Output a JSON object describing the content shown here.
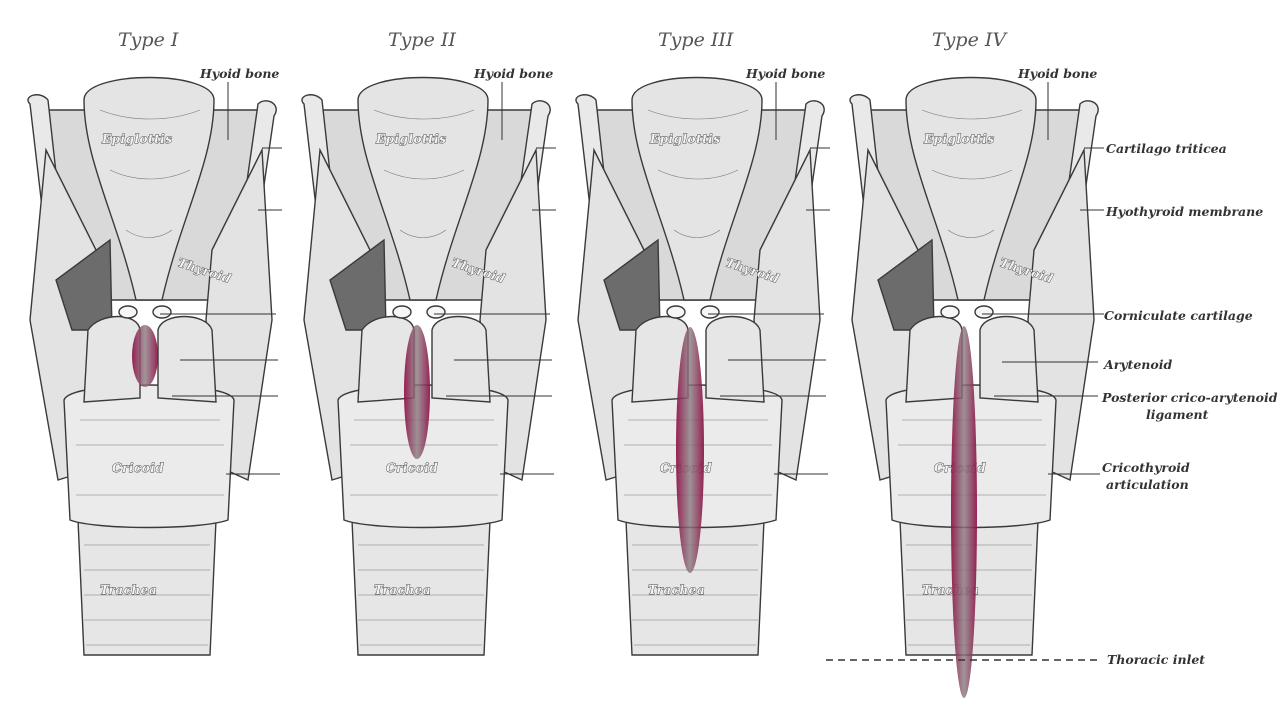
{
  "types": [
    {
      "title": "Type I",
      "extent": "larynx",
      "inner_labels": {
        "epiglottis": "Epiglottis",
        "thyroid": "Thyroid",
        "cricoid": "Cricoid",
        "trachea": "Trachea"
      }
    },
    {
      "title": "Type II",
      "extent": "cricoid",
      "inner_labels": {
        "epiglottis": "Epiglottis",
        "thyroid": "Thyroid",
        "cricoid": "Cricoid",
        "trachea": "Trachea"
      }
    },
    {
      "title": "Type III",
      "extent": "trachea",
      "inner_labels": {
        "epiglottis": "Epiglottis",
        "thyroid": "Thyroid",
        "cricoid": "Cricoid",
        "trachea": "Trachea"
      }
    },
    {
      "title": "Type IV",
      "extent": "thorax",
      "inner_labels": {
        "epiglottis": "Epiglottis",
        "thyroid": "Thyroid",
        "cricoid": "Cricoid",
        "trachea": "Trachea"
      }
    }
  ],
  "hyoid_label": "Hyoid bone",
  "side_labels": {
    "cartilago_triticea": "Cartilago triticea",
    "hyothyroid_membrane": "Hyothyroid membrane",
    "corniculate_cartilage": "Corniculate cartilage",
    "arytenoid": "Arytenoid",
    "posterior_ligament_1": "Posterior crico-arytenoid",
    "posterior_ligament_2": "ligament",
    "cricothyroid_1": "Cricothyroid",
    "cricothyroid_2": "articulation"
  },
  "thoracic_inlet_label": "Thoracic inlet",
  "colors": {
    "cleft": "#a3124f",
    "bone_fill": "#e9e9e9",
    "membrane_fill": "#d9d9d9",
    "dark_fill": "#6c6c6c"
  }
}
